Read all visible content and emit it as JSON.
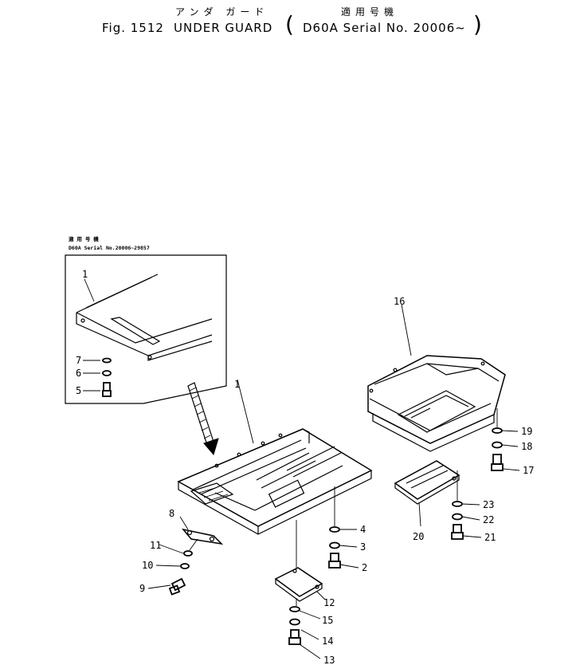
{
  "header": {
    "title_jp": "アンダ ガード",
    "fig_label": "Fig. 1512",
    "title_en": "UNDER GUARD",
    "applicable_jp": "適用号機",
    "serial_text": "D60A Serial No. 20006~"
  },
  "inset": {
    "note_jp": "適 用 号 機",
    "note_serial": "D60A Serial No.20006~29857",
    "labels": [
      "1",
      "7",
      "6",
      "5"
    ]
  },
  "callouts": [
    "1",
    "2",
    "3",
    "4",
    "8",
    "9",
    "10",
    "11",
    "12",
    "13",
    "14",
    "15",
    "16",
    "17",
    "18",
    "19",
    "20",
    "21",
    "22",
    "23"
  ]
}
